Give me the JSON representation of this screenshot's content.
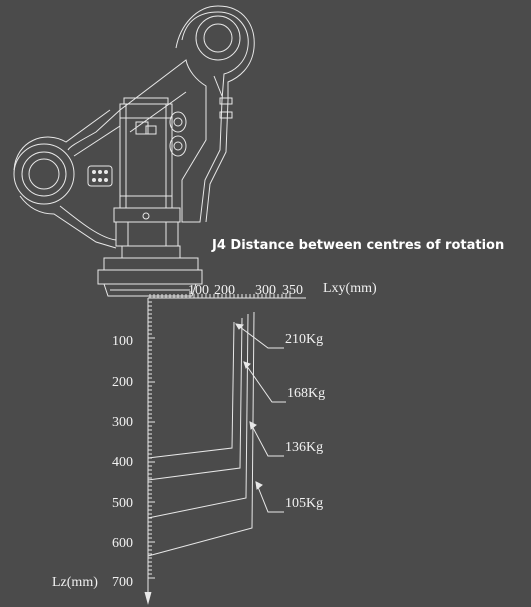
{
  "diagram": {
    "title": "J4 Distance between centres of rotation",
    "x_axis_label": "Lxy(mm)",
    "z_axis_label": "Lz(mm)",
    "x_ticks": [
      "100",
      "200",
      "300",
      "350"
    ],
    "z_ticks": [
      "100",
      "200",
      "300",
      "400",
      "500",
      "600",
      "700"
    ],
    "load_labels": [
      "210Kg",
      "168Kg",
      "136Kg",
      "105Kg"
    ]
  },
  "colors": {
    "background": "#4b4b4b",
    "line": "#e8e8e8",
    "text": "#f2f2f2"
  }
}
